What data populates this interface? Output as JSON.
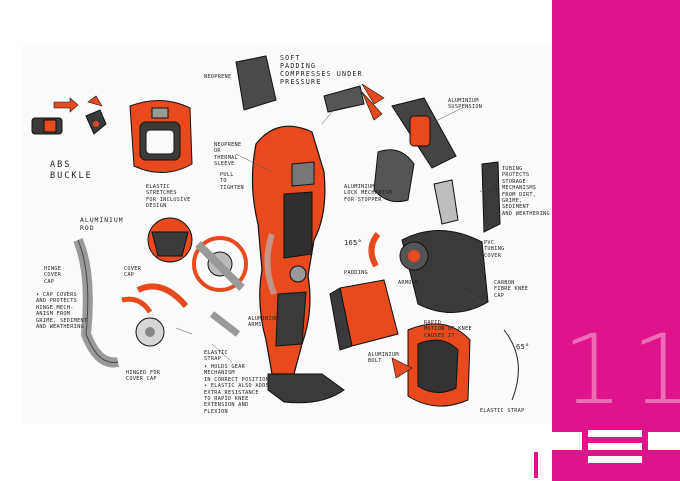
{
  "page": {
    "number": "11",
    "accent_color": "#e0148a",
    "menu_icon": "hamburger-icon"
  },
  "annotations": {
    "abs_buckle": "ABS\nBUCKLE",
    "soft_padding": "SOFT\nPADDING\nCOMPRESSES UNDER\nPRESSURE",
    "neoprene": "NEOPRENE",
    "aluminium_suspension": "ALUMINIUM\nSUSPENSION",
    "neoprene_sleeve": "NEOPRENE\nOR\nTHERMAL\nSLEEVE",
    "pull_to_tighten": "PULL\nTO\nTIGHTEN",
    "elastic_stretches": "ELASTIC\nSTRETCHES\nFOR INCLUSIVE\nDESIGN",
    "tubing_protects": "TUBING\nPROTECTS\nSTORAGE\nMECHANISMS\nFROM DIRT,\nGRIME, SEDIMENT\nAND WEATHERING",
    "aluminium_lock": "ALUMINIUM\nLOCK MECHANISM\nFOR STOPPER",
    "aluminium_rod": "ALUMINIUM\nROD",
    "tubing_cover": "PVC\nTUBING\nCOVER",
    "angle_165": "165°",
    "hinge_cover": "HINGE\nCOVER\nCAP",
    "cover_cap": "COVER\nCAP",
    "cap_covers": "• CAP COVERS\n  AND PROTECTS\n  HINGE MECH-\n  ANISM FROM\n  GRIME, SEDIMENT\n  AND WEATHERING",
    "padding": "PADDING",
    "carbon_fibre": "CARBON\nFIBRE KNEE\nCAP",
    "armour": "ARMOUR",
    "aluminium_arms": "ALUMINIUM\nARMS",
    "elastic_strap": "ELASTIC\nSTRAP",
    "strap_notes": "• HOLDS GEAR\n  MECHANISM\n  IN CORRECT POSITION\n• ELASTIC ALSO ADDS\n  EXTRA RESISTANCE\n  TO RAPID KNEE\n  EXTENSION AND\n  FLEXION",
    "hinged_cover": "HINGED FOR\nCOVER CAP",
    "aluminium_bolt": "ALUMINIUM\nBOLT",
    "rapid_motion": "RAPID\nMOTION OF KNEE\nCAUSES IT",
    "angle_65": "65°",
    "elastic_strap_2": "ELASTIC STRAP"
  }
}
